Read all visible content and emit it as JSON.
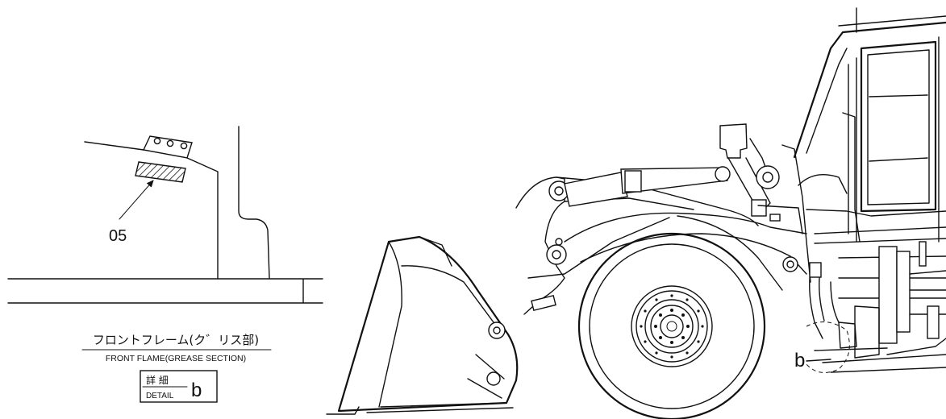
{
  "detail": {
    "part_number": "05",
    "title_jp": "フロントフレーム(ク゛リス部)",
    "title_en": "FRONT FLAME(GREASE SECTION)",
    "badge_jp": "詳 細",
    "badge_en": "DETAIL",
    "badge_letter": "b"
  },
  "machine": {
    "callout_letter": "b"
  }
}
